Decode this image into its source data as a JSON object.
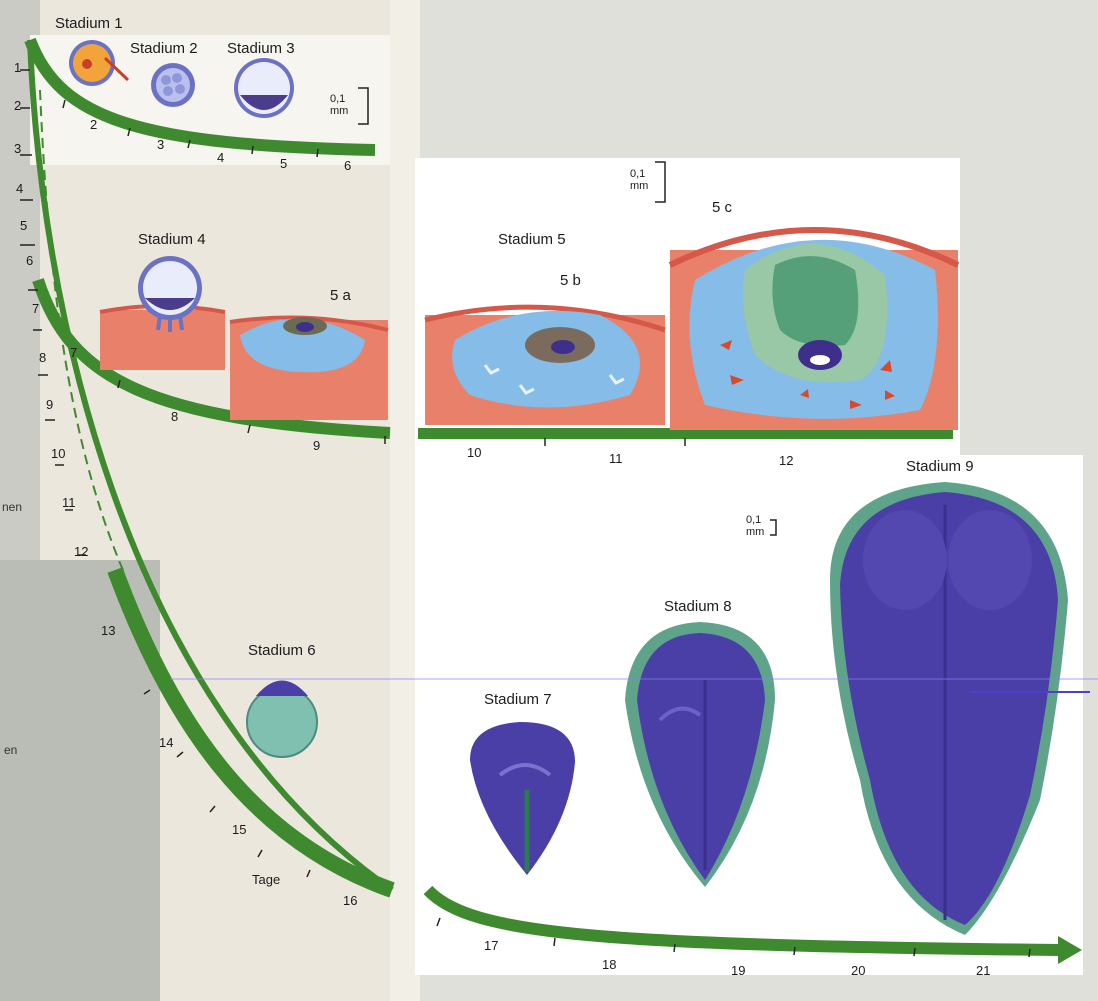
{
  "labels": {
    "stadium_1": "Stadium 1",
    "stadium_2": "Stadium 2",
    "stadium_3": "Stadium 3",
    "stadium_4": "Stadium 4",
    "stage_5a": "5 a",
    "stadium_5": "Stadium 5",
    "stage_5b": "5 b",
    "stage_5c": "5 c",
    "stadium_6": "Stadium 6",
    "stadium_7": "Stadium 7",
    "stadium_8": "Stadium 8",
    "stadium_9": "Stadium 9"
  },
  "scale_bars": [
    {
      "value": "0,1",
      "unit": "mm"
    },
    {
      "value": "0,1",
      "unit": "mm"
    },
    {
      "value": "0,1",
      "unit": "mm"
    }
  ],
  "axis_label": "Tage",
  "curve_days": [
    "1",
    "2",
    "3",
    "4",
    "5",
    "6",
    "7",
    "8",
    "9",
    "10",
    "11",
    "12",
    "13",
    "14",
    "15",
    "16"
  ],
  "bar_days": {
    "row1": [
      "2",
      "3",
      "4",
      "5",
      "6"
    ],
    "row2": [
      "7",
      "8",
      "9"
    ],
    "row3": [
      "10",
      "11",
      "12"
    ],
    "row4": [
      "17",
      "18",
      "19",
      "20",
      "21"
    ]
  },
  "edge_text": [
    "nen",
    "en"
  ],
  "colors": {
    "timeline_green": "#3f8a2f",
    "embryo_purple": "#4a3fa6",
    "amnion_teal": "#5fa38a",
    "tissue_red": "#e8806a",
    "fluid_blue": "#7fb6e6"
  }
}
